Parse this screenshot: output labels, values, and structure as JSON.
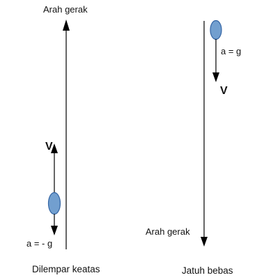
{
  "panels": {
    "thrown_up": {
      "title": "Dilempar keatas",
      "motion_direction_label": "Arah gerak",
      "velocity_label": "V",
      "acceleration_label": "a = -  g",
      "arrow_direction": "up"
    },
    "free_fall": {
      "title": "Jatuh bebas",
      "motion_direction_label": "Arah gerak",
      "velocity_label": "V",
      "acceleration_label": "a = g",
      "arrow_direction": "down"
    }
  },
  "colors": {
    "ball_fill": "#729fcf",
    "ball_stroke": "#3465a4",
    "line": "#000000",
    "text": "#111111"
  }
}
